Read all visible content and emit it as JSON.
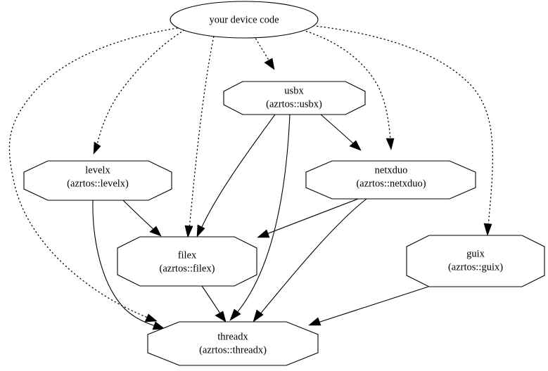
{
  "diagram": {
    "type": "dependency-graph",
    "title": "",
    "background_color": "#ffffff",
    "line_color": "#000000",
    "node_fill": "#ffffff",
    "nodes": [
      {
        "id": "device",
        "shape": "ellipse",
        "label_line1": "your device code",
        "label_line2": ""
      },
      {
        "id": "usbx",
        "shape": "octagon",
        "label_line1": "usbx",
        "label_line2": "(azrtos::usbx)"
      },
      {
        "id": "levelx",
        "shape": "octagon",
        "label_line1": "levelx",
        "label_line2": "(azrtos::levelx)"
      },
      {
        "id": "netxduo",
        "shape": "octagon",
        "label_line1": "netxduo",
        "label_line2": "(azrtos::netxduo)"
      },
      {
        "id": "filex",
        "shape": "octagon",
        "label_line1": "filex",
        "label_line2": "(azrtos::filex)"
      },
      {
        "id": "guix",
        "shape": "octagon",
        "label_line1": "guix",
        "label_line2": "(azrtos::guix)"
      },
      {
        "id": "threadx",
        "shape": "octagon",
        "label_line1": "threadx",
        "label_line2": "(azrtos::threadx)"
      }
    ],
    "edges": [
      {
        "from": "device",
        "to": "levelx",
        "style": "dotted"
      },
      {
        "from": "device",
        "to": "filex",
        "style": "dotted"
      },
      {
        "from": "device",
        "to": "threadx",
        "style": "dotted"
      },
      {
        "from": "device",
        "to": "usbx",
        "style": "dotted"
      },
      {
        "from": "device",
        "to": "netxduo",
        "style": "dotted"
      },
      {
        "from": "device",
        "to": "guix",
        "style": "dotted"
      },
      {
        "from": "usbx",
        "to": "filex",
        "style": "solid"
      },
      {
        "from": "usbx",
        "to": "threadx",
        "style": "solid"
      },
      {
        "from": "usbx",
        "to": "netxduo",
        "style": "solid"
      },
      {
        "from": "levelx",
        "to": "filex",
        "style": "solid"
      },
      {
        "from": "levelx",
        "to": "threadx",
        "style": "solid"
      },
      {
        "from": "netxduo",
        "to": "filex",
        "style": "solid"
      },
      {
        "from": "netxduo",
        "to": "threadx",
        "style": "solid"
      },
      {
        "from": "filex",
        "to": "threadx",
        "style": "solid"
      },
      {
        "from": "guix",
        "to": "threadx",
        "style": "solid"
      }
    ]
  }
}
